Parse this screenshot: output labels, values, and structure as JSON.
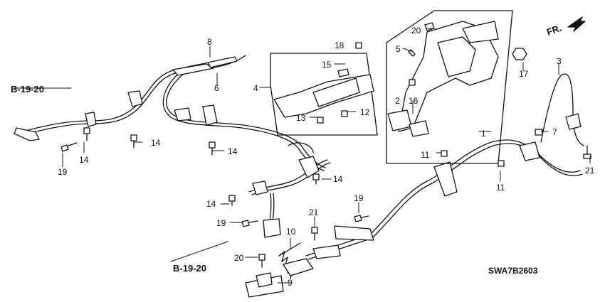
{
  "diagram": {
    "code": "SWA7B2603",
    "direction_label": "FR.",
    "refs": [
      "B-19-20",
      "B-19-20"
    ],
    "part_labels": [
      "1",
      "2",
      "3",
      "4",
      "5",
      "6",
      "7",
      "8",
      "9",
      "10",
      "11",
      "11",
      "12",
      "13",
      "14",
      "14",
      "14",
      "14",
      "14",
      "15",
      "16",
      "17",
      "18",
      "19",
      "19",
      "19",
      "20",
      "20",
      "21",
      "21"
    ]
  }
}
